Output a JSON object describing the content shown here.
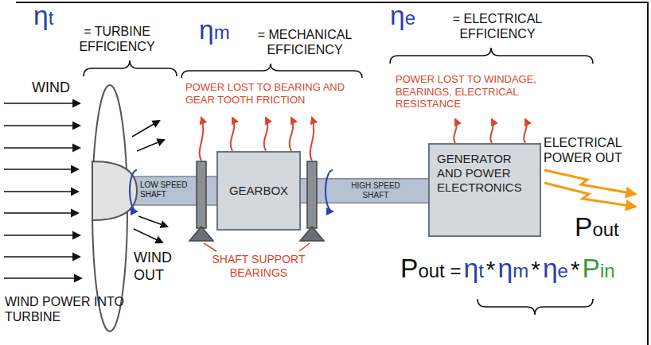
{
  "diagram": {
    "nodes": [
      {
        "text": [
          "GEARBOX"
        ]
      },
      {
        "text": [
          "GENERATOR AND POWER ELECTRONICS"
        ]
      }
    ],
    "edges": [
      {
        "from": 0,
        "to": 1,
        "arrow": "none",
        "label": "HIGH SPEED SHAFT"
      }
    ],
    "labels": [
      "ηt",
      "= TURBINE EFFICIENCY",
      "ηm",
      "= MECHANICAL EFFICIENCY",
      "ηe",
      "= ELECTRICAL EFFICIENCY",
      "POWER LOST TO BEARING AND GEAR TOOTH FRICTION",
      "POWER LOST TO WINDAGE, BEARINGS, ELECTRICAL RESISTANCE",
      "WIND",
      "LOW SPEED SHAFT",
      "ELECTRICAL POWER OUT",
      "WIND OUT",
      "SHAFT SUPPORT BEARINGS",
      "WIND POWER INTO TURBINE",
      "Pout",
      "Pout =",
      "ηt",
      "*",
      "ηm",
      "*",
      "ηe",
      "*",
      "Pin"
    ]
  }
}
